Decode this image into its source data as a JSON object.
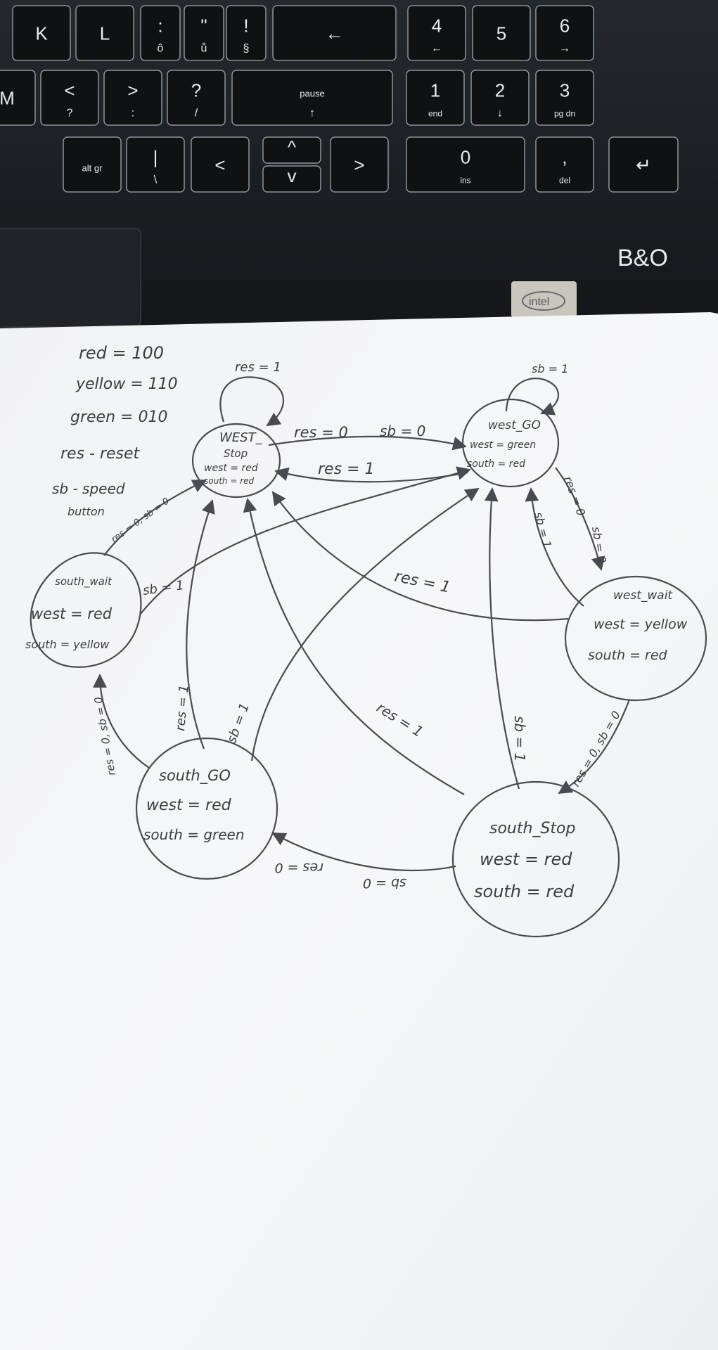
{
  "keyboard": {
    "row1": [
      {
        "id": "k",
        "main": "K",
        "sub": ""
      },
      {
        "id": "l",
        "main": "L",
        "sub": ""
      },
      {
        "id": "semicolon",
        "main": ":",
        "sub": "ô"
      },
      {
        "id": "quote",
        "main": "\"",
        "sub": "ů"
      },
      {
        "id": "exclaim",
        "main": "!",
        "sub": "§"
      },
      {
        "id": "backspace",
        "main": "←",
        "sub": ""
      },
      {
        "id": "num4",
        "main": "4",
        "sub": "←"
      },
      {
        "id": "num5",
        "main": "5",
        "sub": ""
      },
      {
        "id": "num6",
        "main": "6",
        "sub": "→"
      }
    ],
    "row2": [
      {
        "id": "m",
        "main": "M",
        "sub": ""
      },
      {
        "id": "comma",
        "main": "<",
        "sub": "?"
      },
      {
        "id": "period",
        "main": ">",
        "sub": ":"
      },
      {
        "id": "slash",
        "main": "?",
        "sub": "/"
      },
      {
        "id": "pause",
        "main": "pause",
        "sub": "↑"
      },
      {
        "id": "num1",
        "main": "1",
        "sub": "end"
      },
      {
        "id": "num2",
        "main": "2",
        "sub": "↓"
      },
      {
        "id": "num3",
        "main": "3",
        "sub": "pg dn"
      }
    ],
    "row3": [
      {
        "id": "altgr",
        "main": "alt gr",
        "sub": ""
      },
      {
        "id": "backslash",
        "main": "|",
        "sub": "\\"
      },
      {
        "id": "left",
        "main": "<",
        "sub": ""
      },
      {
        "id": "up",
        "main": "^",
        "sub": ""
      },
      {
        "id": "down",
        "main": "v",
        "sub": ""
      },
      {
        "id": "right",
        "main": ">",
        "sub": ""
      },
      {
        "id": "num0",
        "main": "0",
        "sub": "ins"
      },
      {
        "id": "numdot",
        "main": ",",
        "sub": "del"
      },
      {
        "id": "enter",
        "main": "↵",
        "sub": ""
      }
    ],
    "brand_logo": "B&O",
    "intel_badge": "intel"
  },
  "legend": {
    "red": "red = 100",
    "yellow": "yellow = 110",
    "green": "green = 010",
    "reset": "res - reset",
    "speed": "sb - speed",
    "speed_cont": "button"
  },
  "states": {
    "west_stop": {
      "name": "WEST_",
      "name2": "Stop",
      "line1": "west = red",
      "line2": "south = red"
    },
    "west_go": {
      "name": "west_GO",
      "line1": "west = green",
      "line2": "south = red"
    },
    "west_wait": {
      "name": "west_wait",
      "line1": "west = yellow",
      "line2": "south = red"
    },
    "south_stop": {
      "name": "south_Stop",
      "line1": "west = red",
      "line2": "south = red"
    },
    "south_go": {
      "name": "south_GO",
      "line1": "west = red",
      "line2": "south = green"
    },
    "south_wait": {
      "name": "south_wait",
      "line1": "west = red",
      "line2": "south = yellow"
    }
  },
  "transitions": {
    "west_stop_self": "res = 1",
    "west_go_self": "sb = 1",
    "ws_to_wg_a": "res = 0",
    "ws_to_wg_b": "sb = 0",
    "wg_to_ws": "res = 1",
    "wg_to_ww_a": "res = 0",
    "wg_to_ww_b": "sb = 0",
    "ww_to_wg": "sb = 1",
    "ww_to_ws": "res = 1",
    "ww_to_ss": "res = 0, sb = 0",
    "ss_to_ws": "res = 1",
    "ss_to_wg": "sb = 1",
    "ss_to_sg_a": "sb = 0",
    "ss_to_sg_b": "res = 0",
    "sg_to_sw": "res = 0, sb = 0",
    "sg_to_ws": "res = 1",
    "sg_to_wg": "sb = 1",
    "sw_to_ws": "res = 0, sb = 0",
    "sw_to_wg": "sb = 1"
  }
}
